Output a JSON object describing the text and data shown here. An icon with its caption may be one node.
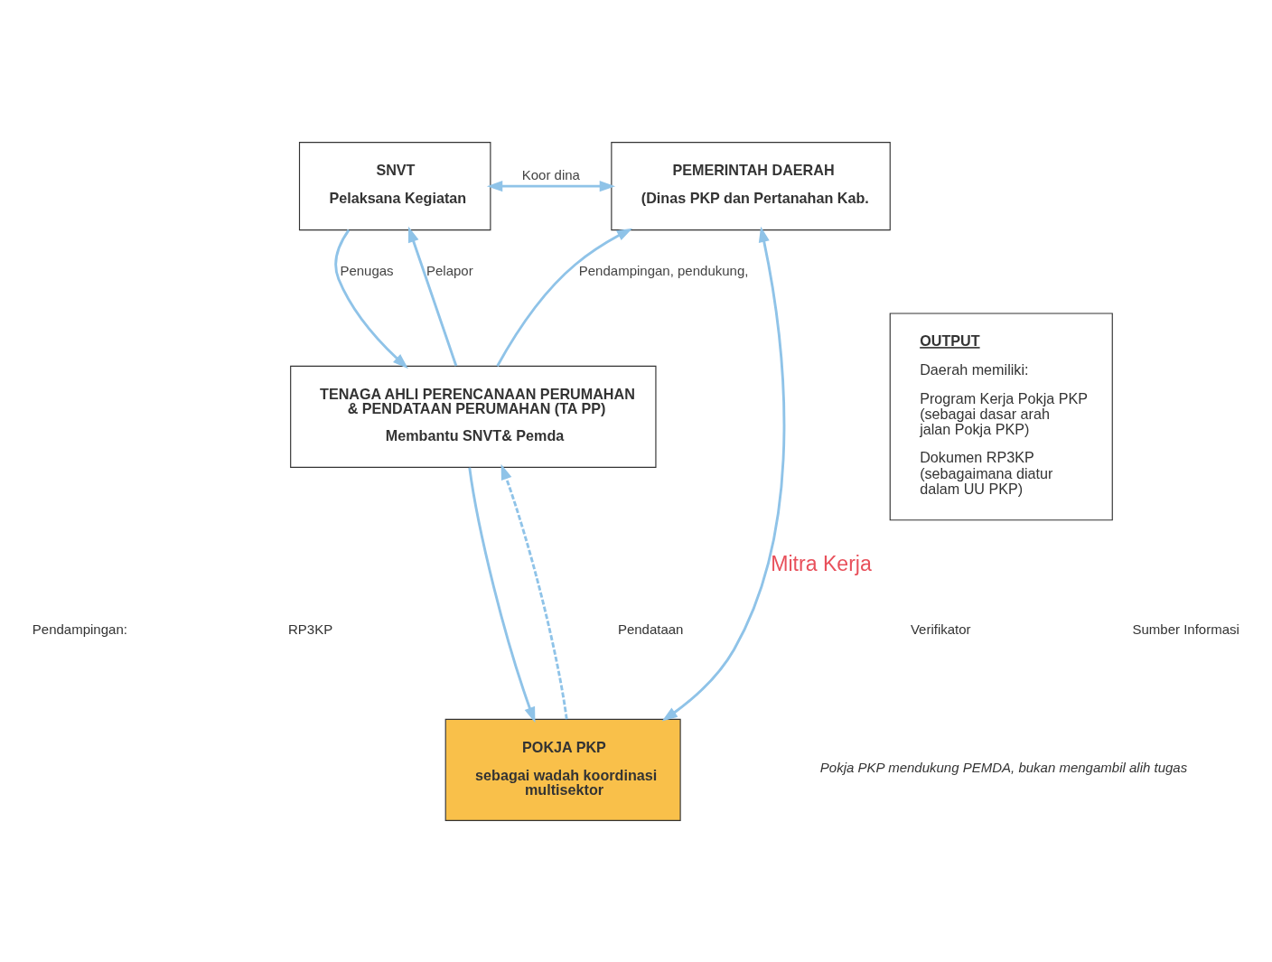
{
  "diagram": {
    "nodes": [
      {
        "text": [
          "SNVT",
          "Pelaksana Kegiatan"
        ]
      },
      {
        "text": [
          "PEMERINTAH DAERAH",
          "(Dinas PKP dan Pertanahan Kab."
        ]
      },
      {
        "text": [
          "TENAGA AHLI PERENCANAAN PERUMAHAN & PENDATAAN PERUMAHAN (TA PP)",
          "Membantu SNVT& Pemda"
        ]
      },
      {
        "text": [
          "POKJA PKP",
          "sebagai wadah koordinasi multisektor"
        ]
      },
      {
        "text": [
          "OUTPUT",
          "Daerah memiliki:",
          "Program Kerja Pokja PKP (sebagai dasar arah jalan Pokja PKP)",
          "Dokumen RP3KP (sebagaimana diatur dalam UU PKP)"
        ]
      }
    ],
    "edges": [
      {
        "from": 0,
        "to": 1,
        "arrow": "both",
        "label": "Koor dina"
      },
      {
        "from": 0,
        "to": 2,
        "arrow": "to",
        "label": "Penugas"
      },
      {
        "from": 2,
        "to": 0,
        "arrow": "to",
        "label": "Pelapor"
      },
      {
        "from": 2,
        "to": 1,
        "arrow": "to",
        "label": "Pendampingan, pendukung,"
      },
      {
        "from": 2,
        "to": 3,
        "arrow": "to"
      },
      {
        "from": 3,
        "to": 2,
        "arrow": "to",
        "style": "dashed"
      },
      {
        "from": 3,
        "to": 1,
        "arrow": "both",
        "label": "Mitra Kerja"
      }
    ],
    "labels": [
      "Pendampingan:",
      "RP3KP",
      "Pendataan",
      "Verifikator",
      "Sumber Informasi",
      "Pokja PKP mendukung PEMDA, bukan mengambil alih tugas"
    ]
  }
}
